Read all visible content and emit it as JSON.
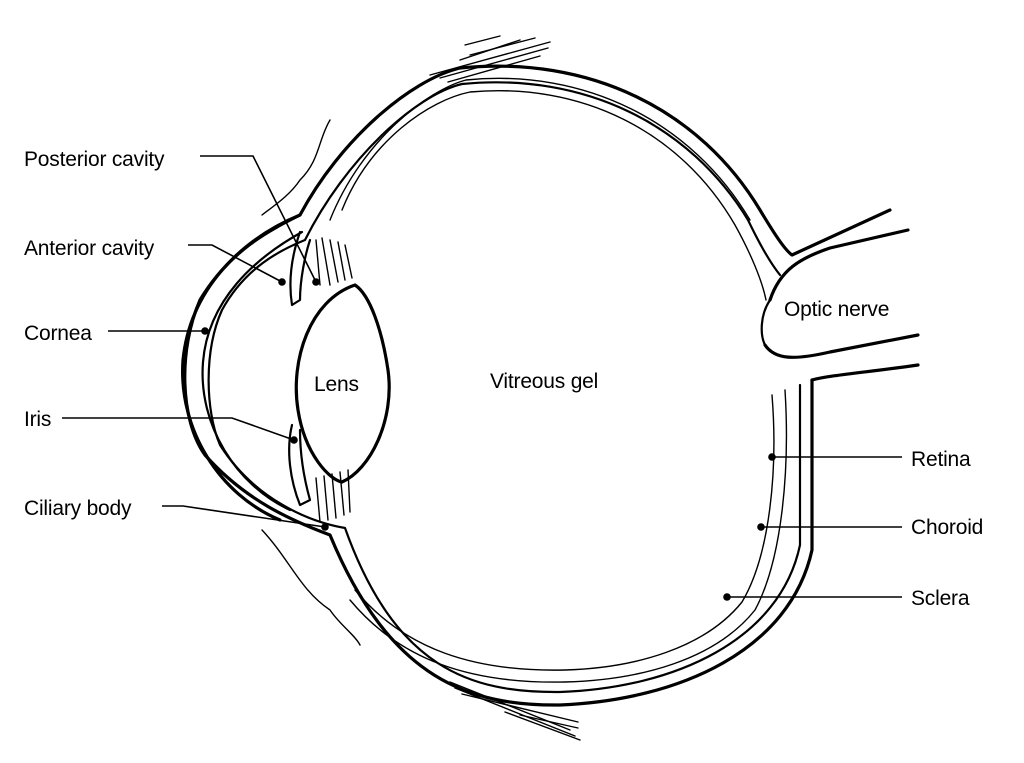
{
  "labels": {
    "posterior_cavity": "Posterior cavity",
    "anterior_cavity": "Anterior cavity",
    "cornea": "Cornea",
    "iris": "Iris",
    "ciliary_body": "Ciliary body",
    "lens": "Lens",
    "vitreous_gel": "Vitreous gel",
    "optic_nerve": "Optic nerve",
    "retina": "Retina",
    "choroid": "Choroid",
    "sclera": "Sclera"
  }
}
